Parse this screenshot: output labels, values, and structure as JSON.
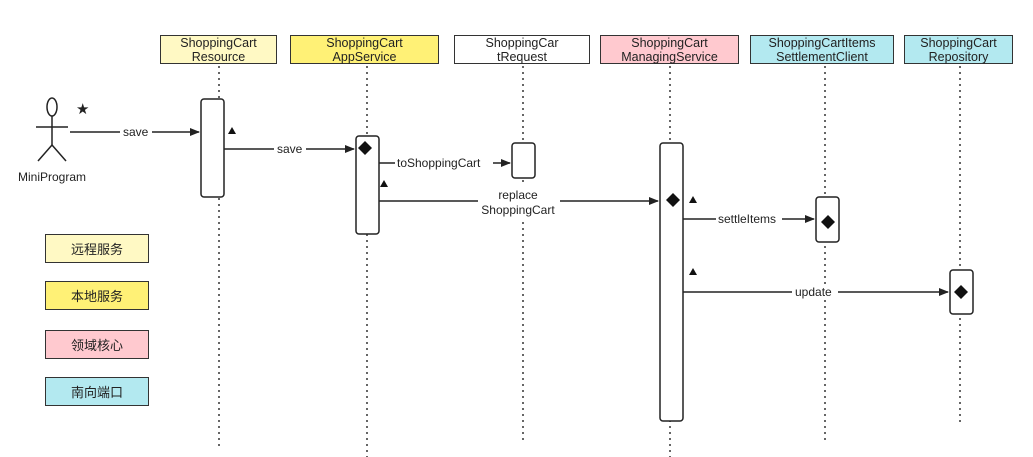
{
  "colors": {
    "remote": "#fff9c4",
    "local": "#fff176",
    "domain": "#ffc9cf",
    "port": "#b3e9f0",
    "white": "#ffffff"
  },
  "lifelines": [
    {
      "line1": "ShoppingCart",
      "line2": "Resource",
      "color": "remote"
    },
    {
      "line1": "ShoppingCart",
      "line2": "AppService",
      "color": "local"
    },
    {
      "line1": "ShoppingCar",
      "line2": "tRequest",
      "color": "white"
    },
    {
      "line1": "ShoppingCart",
      "line2": "ManagingService",
      "color": "domain"
    },
    {
      "line1": "ShoppingCartItems",
      "line2": "SettlementClient",
      "color": "port"
    },
    {
      "line1": "ShoppingCart",
      "line2": "Repository",
      "color": "port"
    }
  ],
  "actor": {
    "label": "MiniProgram"
  },
  "messages": {
    "save1": "save",
    "save2": "save",
    "to_cart": "toShoppingCart",
    "replace_1": "replace",
    "replace_2": "ShoppingCart",
    "settle": "settleItems",
    "update": "update"
  },
  "legend": [
    {
      "label": "远程服务",
      "color": "remote"
    },
    {
      "label": "本地服务",
      "color": "local"
    },
    {
      "label": "领域核心",
      "color": "domain"
    },
    {
      "label": "南向端口",
      "color": "port"
    }
  ]
}
